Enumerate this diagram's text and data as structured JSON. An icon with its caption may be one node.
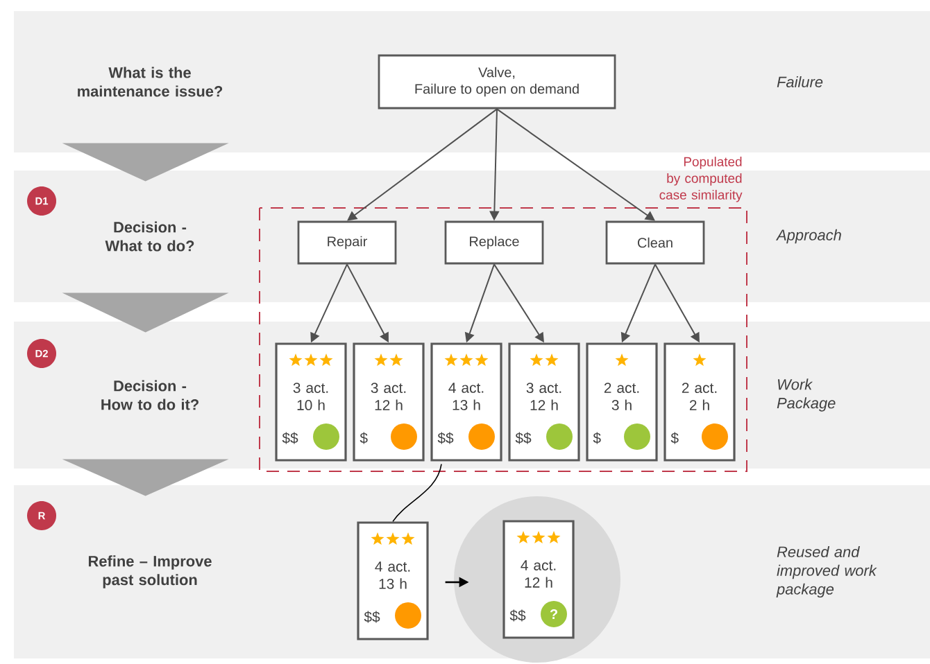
{
  "diagram": {
    "nodes": [
      {
        "text": [
          "What is the maintenance issue?",
          "Failure"
        ]
      },
      {
        "text": [
          "Valve,",
          "Failure to open on demand"
        ],
        "in": 0
      },
      {
        "text": [
          "Decision - What to do?",
          "Approach"
        ]
      },
      {
        "text": [
          "D1"
        ],
        "in": 2
      },
      {
        "text": [
          "Decision - How to do it?",
          "Work Package"
        ]
      },
      {
        "text": [
          "D2"
        ],
        "in": 4
      },
      {
        "text": [
          "Repair"
        ],
        "in": 2
      },
      {
        "text": [
          "Replace"
        ],
        "in": 2
      },
      {
        "text": [
          "Clean"
        ],
        "in": 2
      },
      {
        "text": [
          "3 act. 10 h",
          "$$"
        ],
        "in": 4
      },
      {
        "text": [
          "3 act. 12 h",
          "$"
        ],
        "in": 4
      },
      {
        "text": [
          "4 act. 13 h",
          "$$"
        ],
        "in": 4
      },
      {
        "text": [
          "3 act. 12 h",
          "$$"
        ],
        "in": 4
      },
      {
        "text": [
          "2 act. 3 h",
          "$"
        ],
        "in": 4
      },
      {
        "text": [
          "2 act. 2 h",
          "$"
        ],
        "in": 4
      },
      {
        "text": [
          "Refine – Improve past solution",
          "Reused and improved work package"
        ]
      },
      {
        "text": [
          "R"
        ],
        "in": 15
      },
      {
        "text": [
          "4 act. 13 h",
          "$$"
        ],
        "in": 15
      },
      {
        "text": [],
        "shape": "circle",
        "in": 15
      },
      {
        "text": [
          "4 act. 12 h",
          "$$",
          "?"
        ],
        "in": 18
      }
    ],
    "edges": [
      {
        "from": 0,
        "to": 2,
        "arrow": "to",
        "color": "#a6a6a6"
      },
      {
        "from": 2,
        "to": 4,
        "arrow": "to",
        "color": "#a6a6a6"
      },
      {
        "from": 4,
        "to": 15,
        "arrow": "to",
        "color": "#a6a6a6"
      },
      {
        "from": 1,
        "to": 6,
        "arrow": "to"
      },
      {
        "from": 1,
        "to": 7,
        "arrow": "to"
      },
      {
        "from": 1,
        "to": 8,
        "arrow": "to"
      },
      {
        "from": 6,
        "to": 9,
        "arrow": "to"
      },
      {
        "from": 6,
        "to": 10,
        "arrow": "to"
      },
      {
        "from": 7,
        "to": 11,
        "arrow": "to"
      },
      {
        "from": 7,
        "to": 12,
        "arrow": "to"
      },
      {
        "from": 8,
        "to": 13,
        "arrow": "to"
      },
      {
        "from": 8,
        "to": 14,
        "arrow": "to"
      },
      {
        "from": 11,
        "to": 17,
        "arrow": "none"
      },
      {
        "from": 17,
        "to": 18,
        "arrow": "to"
      }
    ],
    "labels": [
      "Populated by computed case similarity"
    ]
  }
}
